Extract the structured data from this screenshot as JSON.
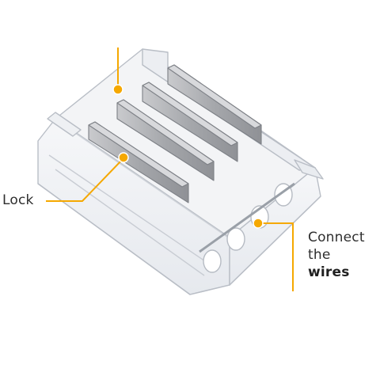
{
  "labels": {
    "lock": "Lock",
    "connect_line1": "Connect",
    "connect_line2": "the",
    "connect_line3": "wires"
  },
  "colors": {
    "accent": "#f5a800",
    "text": "#2e2e2e",
    "housing_stroke": "#b9bec6",
    "housing_fill": "#eef0f3",
    "blade_fill": "#a7a9ad",
    "blade_top": "#d4d5d8"
  },
  "icons": {
    "product": "4-pin-connector-illustration",
    "callout_dot": "callout-dot-icon"
  }
}
